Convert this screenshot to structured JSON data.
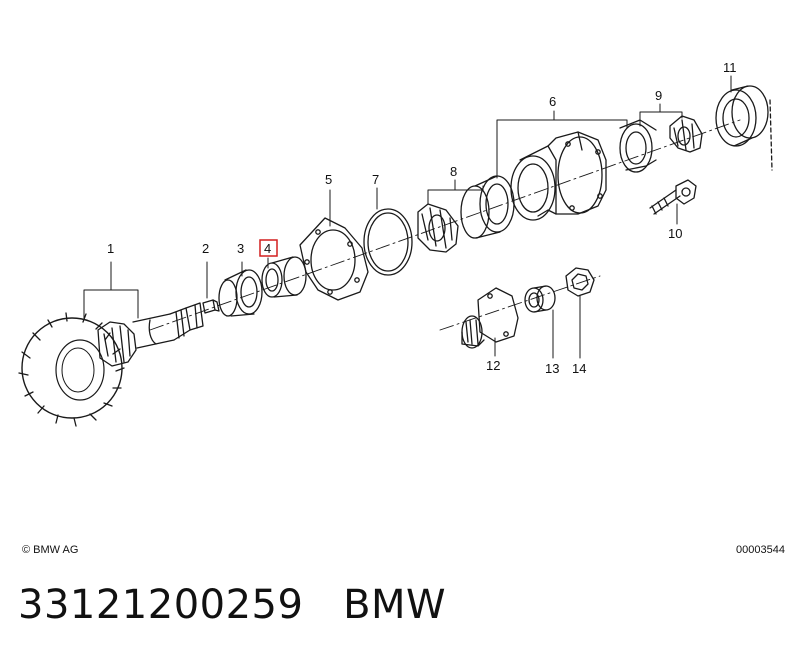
{
  "callouts": [
    "1",
    "2",
    "3",
    "4",
    "5",
    "6",
    "7",
    "8",
    "9",
    "10",
    "11",
    "12",
    "13",
    "14"
  ],
  "highlighted_callout": "4",
  "highlight_color": "#d21f1f",
  "copyright": "© BMW AG",
  "diagram_id": "00003544",
  "part_title": "33121200259   BMW"
}
